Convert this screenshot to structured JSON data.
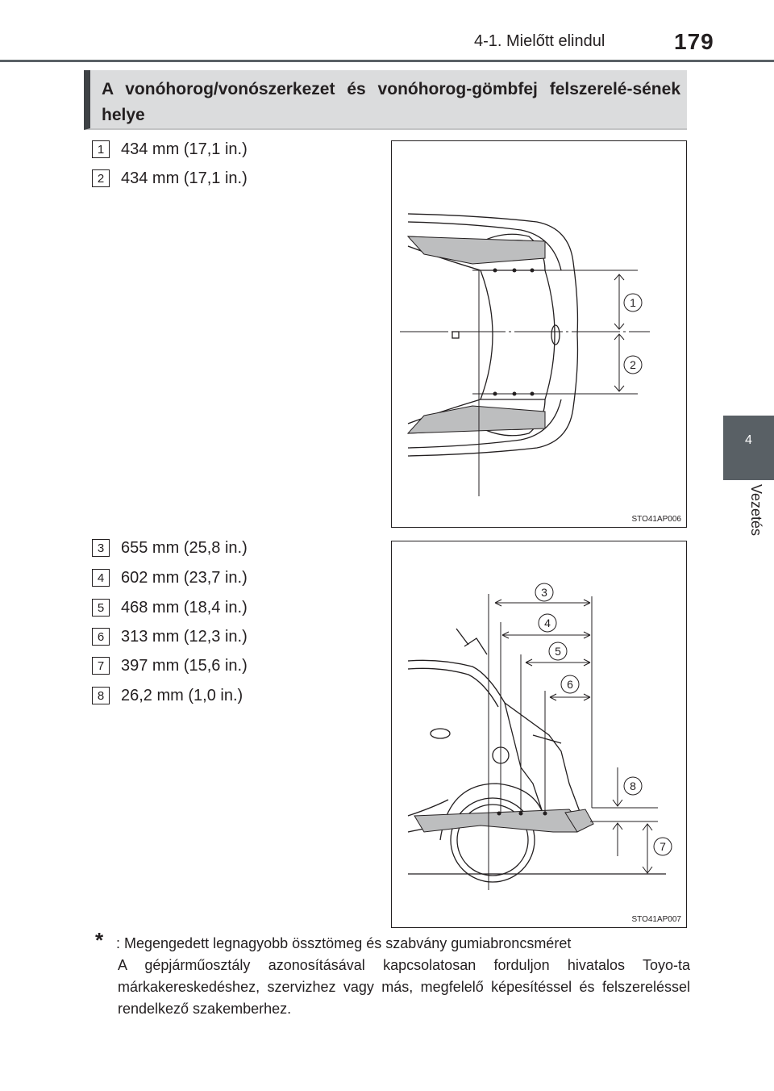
{
  "header": {
    "section": "4-1. Mielőtt elindul",
    "page_number": "179"
  },
  "side_tab": {
    "number": "4",
    "label": "Vezetés"
  },
  "title": "A vonóhorog/vonószerkezet és vonóhorog-gömbfej felszerelé-sének helye",
  "items_top": [
    {
      "num": "1",
      "text": "434 mm (17,1 in.)"
    },
    {
      "num": "2",
      "text": "434 mm (17,1 in.)"
    }
  ],
  "items_bottom": [
    {
      "num": "3",
      "text": "655 mm (25,8 in.)"
    },
    {
      "num": "4",
      "text": "602 mm (23,7 in.)"
    },
    {
      "num": "5",
      "text": "468 mm (18,4 in.)"
    },
    {
      "num": "6",
      "text": "313 mm (12,3 in.)"
    },
    {
      "num": "7",
      "text": "397 mm (15,6 in.)"
    },
    {
      "num": "8",
      "text": "26,2 mm (1,0 in.)"
    }
  ],
  "figures": {
    "top": {
      "code": "STO41AP006",
      "callouts": [
        "1",
        "2"
      ]
    },
    "bottom": {
      "code": "STO41AP007",
      "callouts": [
        "3",
        "4",
        "5",
        "6",
        "8",
        "7"
      ]
    }
  },
  "footnote": {
    "marker": "*",
    "line1": ": Megengedett legnagyobb össztömeg és szabvány gumiabroncsméret",
    "rest": "A gépjárműosztály azonosításával kapcsolatosan forduljon hivatalos Toyo-ta márkakereskedéshez, szervizhez vagy más, megfelelő képesítéssel és felszereléssel rendelkező szakemberhez."
  }
}
